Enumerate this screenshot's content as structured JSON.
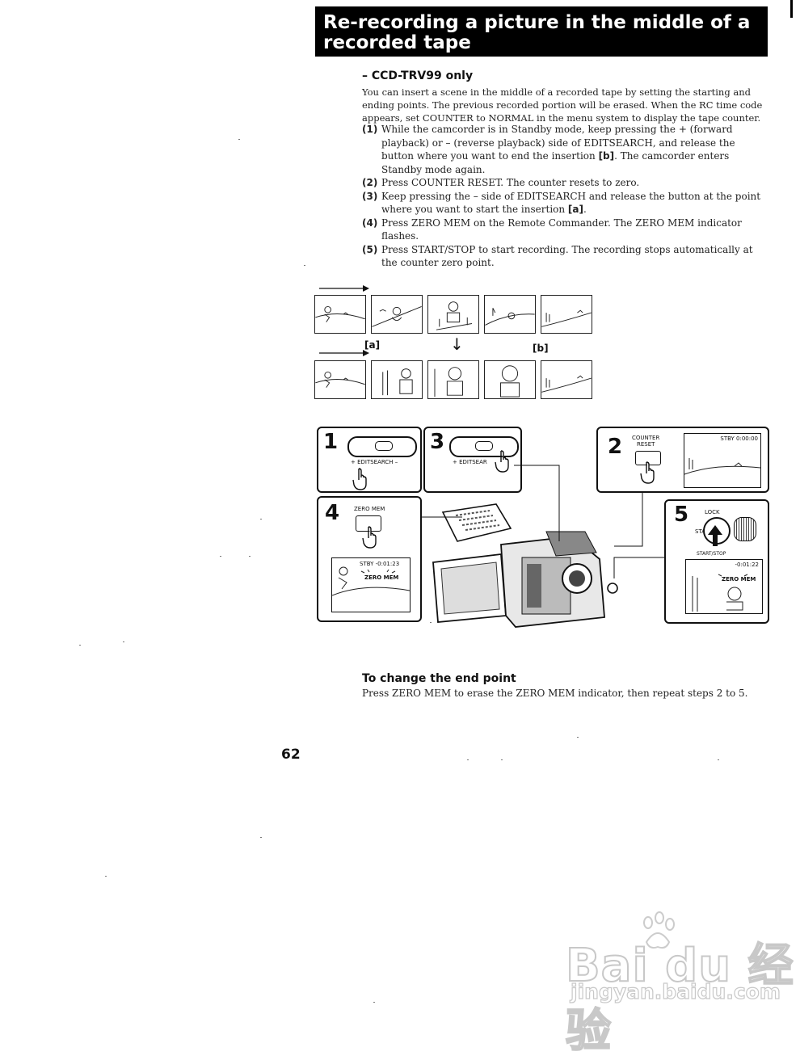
{
  "header": {
    "title_line1": "Re-recording a picture in the middle of a",
    "title_line2": "recorded tape"
  },
  "subhead": "– CCD-TRV99 only",
  "intro": "You can insert a scene in the middle of a recorded tape by setting the starting and ending points. The previous recorded portion will be erased. When the RC time code appears, set COUNTER to NORMAL in the menu system to display the tape counter.",
  "steps": [
    {
      "num": "(1)",
      "pre": "While the camcorder is in Standby mode, keep pressing the + (forward playback) or – (reverse playback) side of EDITSEARCH, and release the button where you want to end the insertion ",
      "mark": "[b]",
      "post": ". The camcorder enters Standby mode again."
    },
    {
      "num": "(2)",
      "pre": "Press COUNTER RESET. The counter resets to zero.",
      "mark": "",
      "post": ""
    },
    {
      "num": "(3)",
      "pre": "Keep pressing the – side of EDITSEARCH and release the button at the point where you want to start the insertion ",
      "mark": "[a]",
      "post": "."
    },
    {
      "num": "(4)",
      "pre": "Press ZERO MEM on the Remote Commander. The ZERO MEM indicator flashes.",
      "mark": "",
      "post": ""
    },
    {
      "num": "(5)",
      "pre": "Press START/STOP to start recording. The recording stops automatically at the counter zero point.",
      "mark": "",
      "post": ""
    }
  ],
  "diagram": {
    "label_a": "[a]",
    "label_b": "[b]",
    "arrow_down": "↓"
  },
  "panels": {
    "p1": {
      "num": "1",
      "caption": "+ EDITSEARCH –"
    },
    "p2": {
      "num": "2",
      "label_line1": "COUNTER",
      "label_line2": "RESET",
      "screen": "STBY 0:00:00"
    },
    "p3": {
      "num": "3",
      "caption": "+ EDITSEAR"
    },
    "p4": {
      "num": "4",
      "label": "ZERO MEM",
      "screen_counter": "STBY -0:01:23",
      "screen_zero": "ZERO MEM"
    },
    "p5": {
      "num": "5",
      "lock": "LOCK",
      "standby": "STANDBY",
      "startstop": "START/STOP",
      "screen_counter": "-0:01:22",
      "screen_zero": "ZERO MEM"
    }
  },
  "end_point": {
    "heading": "To change the end point",
    "body": "Press ZERO MEM to erase the ZERO MEM indicator, then repeat steps 2 to 5."
  },
  "page_number": "62",
  "watermark": {
    "main": "Bai du 经验",
    "sub": "jingyan.baidu.com"
  }
}
